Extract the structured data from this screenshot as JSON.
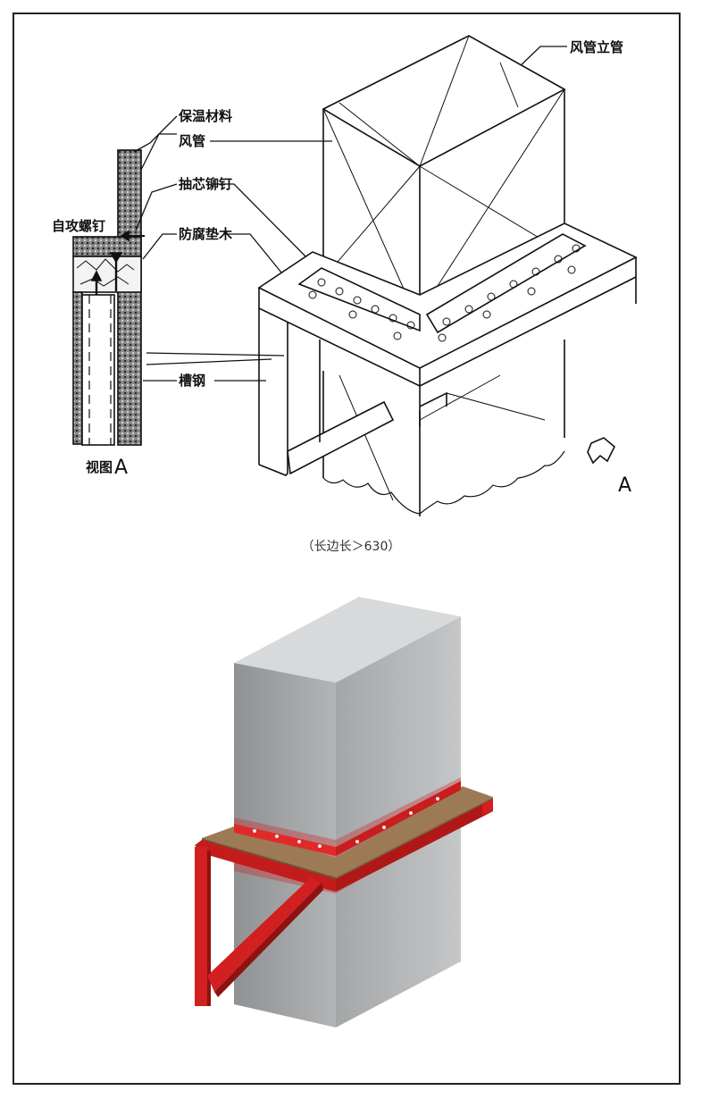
{
  "labels": {
    "duct_riser": "风管立管",
    "insulation": "保温材料",
    "duct": "风管",
    "blind_rivet": "抽芯铆钉",
    "self_tapping_screw": "自攻螺钉",
    "antiseptic_wood": "防腐垫木",
    "channel_steel": "槽钢",
    "view_a": "视图",
    "view_a_letter": "A",
    "arrow_letter": "A"
  },
  "caption": "（长边长＞630）",
  "colors": {
    "line": "#111111",
    "steel_red": "#d21f1f",
    "wood": "#9c7a55",
    "duct_gray": "#9ea0a2",
    "insulation_fill": "#6a6a6a"
  }
}
